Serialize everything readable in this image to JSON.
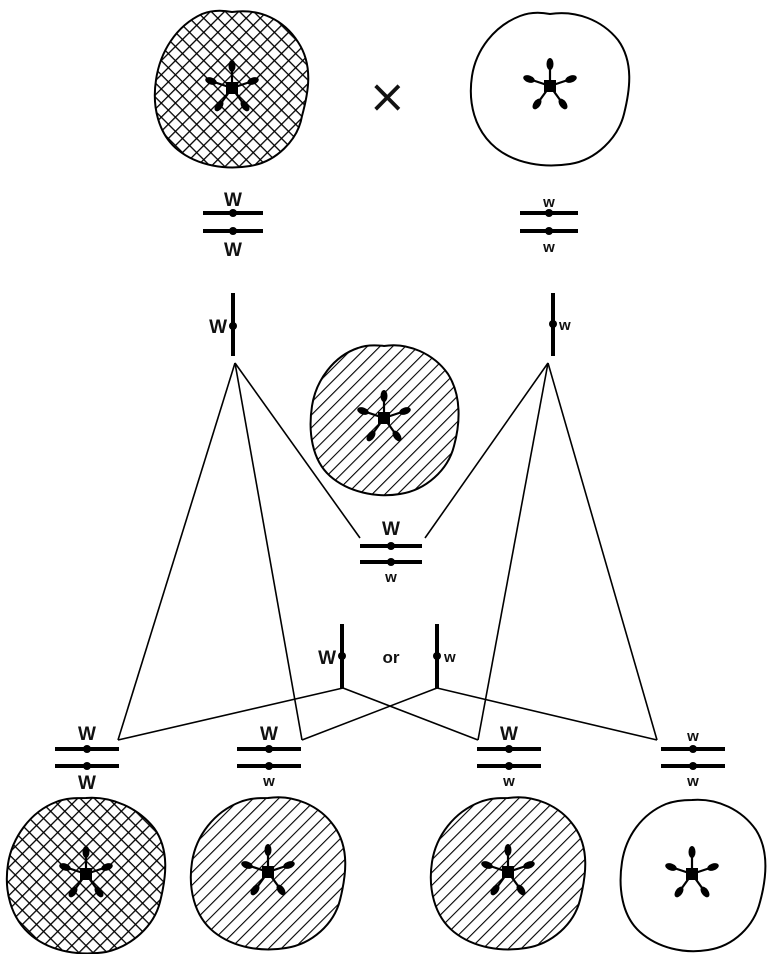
{
  "symbols": {
    "cross": "×",
    "or": "or"
  },
  "parents": {
    "left": {
      "top_allele": "W",
      "bottom_allele": "W",
      "flower_color": "red",
      "pattern": "crosshatch"
    },
    "right": {
      "top_allele": "w",
      "bottom_allele": "w",
      "flower_color": "white",
      "pattern": "none"
    }
  },
  "gametes": {
    "parent_left": "W",
    "parent_right": "w",
    "f1_first": "W",
    "f1_second": "w"
  },
  "f1": {
    "top_allele": "W",
    "bottom_allele": "w",
    "flower_color": "pink",
    "pattern": "diagonal"
  },
  "f2": [
    {
      "top_allele": "W",
      "bottom_allele": "W",
      "pattern": "crosshatch"
    },
    {
      "top_allele": "W",
      "bottom_allele": "w",
      "pattern": "diagonal"
    },
    {
      "top_allele": "W",
      "bottom_allele": "w",
      "pattern": "diagonal"
    },
    {
      "top_allele": "w",
      "bottom_allele": "w",
      "pattern": "none"
    }
  ],
  "colors": {
    "ink": "#000000",
    "paper": "#ffffff"
  }
}
